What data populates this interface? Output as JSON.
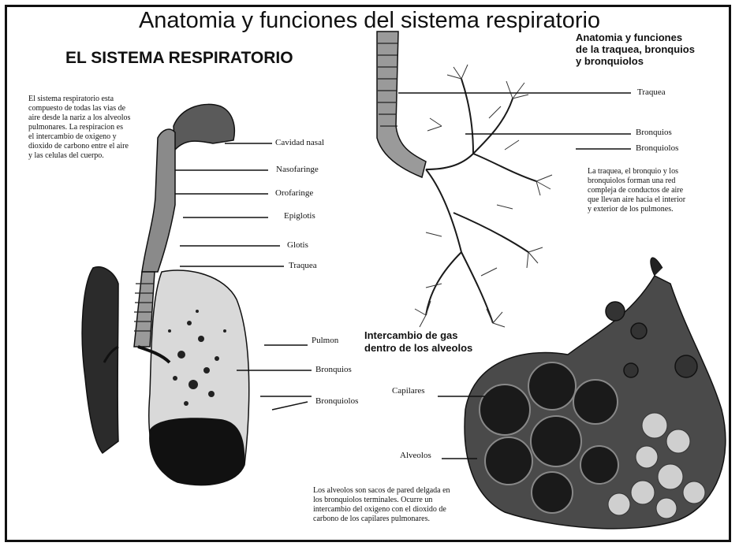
{
  "main_title": "Anatomia y funciones del sistema respiratorio",
  "left_section": {
    "title": "EL SISTEMA RESPIRATORIO",
    "intro": [
      "El sistema respiratorio esta",
      "compuesto de todas las vias de",
      "aire desde la nariz a los alveolos",
      "pulmonares. La respiracion es",
      "el intercambio de oxigeno y",
      "dioxido de carbono entre el aire",
      "y las celulas del cuerpo."
    ],
    "labels": {
      "nasal_cavity": "Cavidad nasal",
      "nasopharynx": "Nasofaringe",
      "oropharynx": "Orofaringe",
      "epiglottis": "Epiglotis",
      "glottis": "Glotis",
      "trachea": "Traquea",
      "lung": "Pulmon",
      "bronchi": "Bronquios",
      "bronchioles": "Bronquiolos"
    }
  },
  "right_section": {
    "title_lines": [
      "Anatomia y funciones",
      "de la traquea, bronquios",
      "y bronquiolos"
    ],
    "labels": {
      "trachea": "Traquea",
      "bronchi": "Bronquios",
      "bronchioles": "Bronquiolos"
    },
    "text": [
      "La traquea, el bronquio y los",
      "bronquiolos forman una red",
      "compleja de conductos de aire",
      "que llevan aire hacia el interior",
      "y exterior de los pulmones."
    ]
  },
  "gas_section": {
    "title_lines": [
      "Intercambio de gas",
      "dentro de los alveolos"
    ],
    "labels": {
      "capillaries": "Capilares",
      "alveoli": "Alveolos"
    },
    "text": [
      "Los alveolos son sacos de pared delgada en",
      "los bronquiolos terminales. Ocurre un",
      "intercambio del oxigeno con el dioxido de",
      "carbono de los capilares pulmonares."
    ]
  }
}
